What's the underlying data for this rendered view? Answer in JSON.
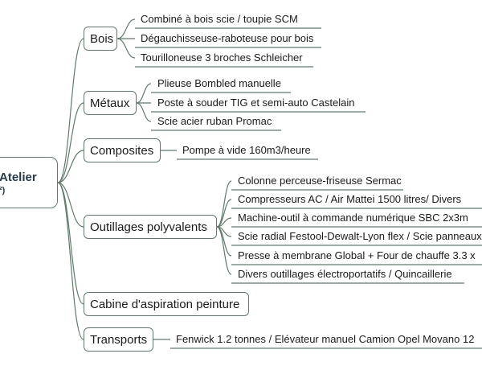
{
  "root": {
    "title": "Atelier",
    "subtitle": "²)"
  },
  "colors": {
    "branch": "#5f7a6a",
    "root_text": "#243a4a"
  },
  "categories": [
    {
      "label": "Bois",
      "items": [
        "Combiné à bois scie / toupie SCM",
        "Dégauchisseuse-raboteuse pour bois",
        "Tourilloneuse 3 broches Schleicher"
      ]
    },
    {
      "label": "Métaux",
      "items": [
        "Plieuse Bombled manuelle",
        "Poste à souder TIG et semi-auto Castelain",
        "Scie acier ruban Promac"
      ]
    },
    {
      "label": "Composites",
      "items": [
        "Pompe à vide 160m3/heure"
      ]
    },
    {
      "label": "Outillages polyvalents",
      "items": [
        "Colonne perceuse-friseuse Sermac",
        "Compresseurs AC / Air Mattei 1500 litres/ Divers",
        "Machine-outil à commande numérique SBC 2x3m",
        "Scie radial Festool-Dewalt-Lyon flex / Scie panneaux",
        "Presse à membrane Global  + Four de chauffe 3.3 x",
        "Divers outillages électroportatifs / Quincaillerie"
      ]
    },
    {
      "label": "Cabine d'aspiration peinture",
      "items": []
    },
    {
      "label": "Transports",
      "items": [
        "Fenwick 1.2 tonnes / Elévateur manuel Camion Opel Movano 12"
      ]
    }
  ]
}
